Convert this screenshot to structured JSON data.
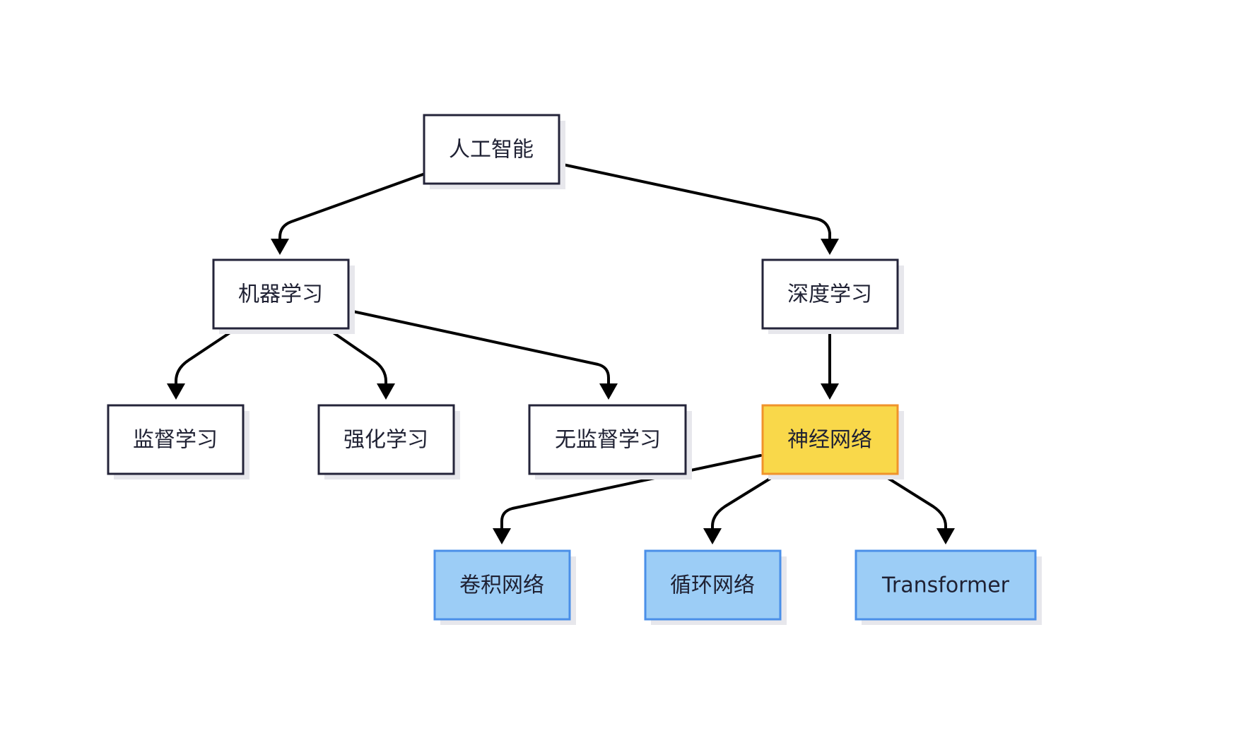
{
  "diagram": {
    "nodes": {
      "ai": {
        "label": "人工智能",
        "style": "default"
      },
      "ml": {
        "label": "机器学习",
        "style": "default"
      },
      "dl": {
        "label": "深度学习",
        "style": "default"
      },
      "supervised": {
        "label": "监督学习",
        "style": "default"
      },
      "reinforcement": {
        "label": "强化学习",
        "style": "default"
      },
      "unsupervised": {
        "label": "无监督学习",
        "style": "default"
      },
      "nn": {
        "label": "神经网络",
        "style": "highlight"
      },
      "cnn": {
        "label": "卷积网络",
        "style": "leaf"
      },
      "rnn": {
        "label": "循环网络",
        "style": "leaf"
      },
      "transformer": {
        "label": "Transformer",
        "style": "leaf"
      }
    },
    "edges": [
      {
        "from": "ai",
        "to": "ml"
      },
      {
        "from": "ai",
        "to": "dl"
      },
      {
        "from": "ml",
        "to": "supervised"
      },
      {
        "from": "ml",
        "to": "reinforcement"
      },
      {
        "from": "ml",
        "to": "unsupervised"
      },
      {
        "from": "dl",
        "to": "nn"
      },
      {
        "from": "nn",
        "to": "cnn"
      },
      {
        "from": "nn",
        "to": "rnn"
      },
      {
        "from": "nn",
        "to": "transformer"
      }
    ],
    "colors": {
      "default_fill": "#ffffff",
      "default_stroke": "#24243a",
      "highlight_fill": "#f9d84a",
      "highlight_stroke": "#f0932b",
      "leaf_fill": "#9ccdf6",
      "leaf_stroke": "#4a8fe8",
      "edge": "#000000",
      "text": "#1f2133"
    }
  }
}
